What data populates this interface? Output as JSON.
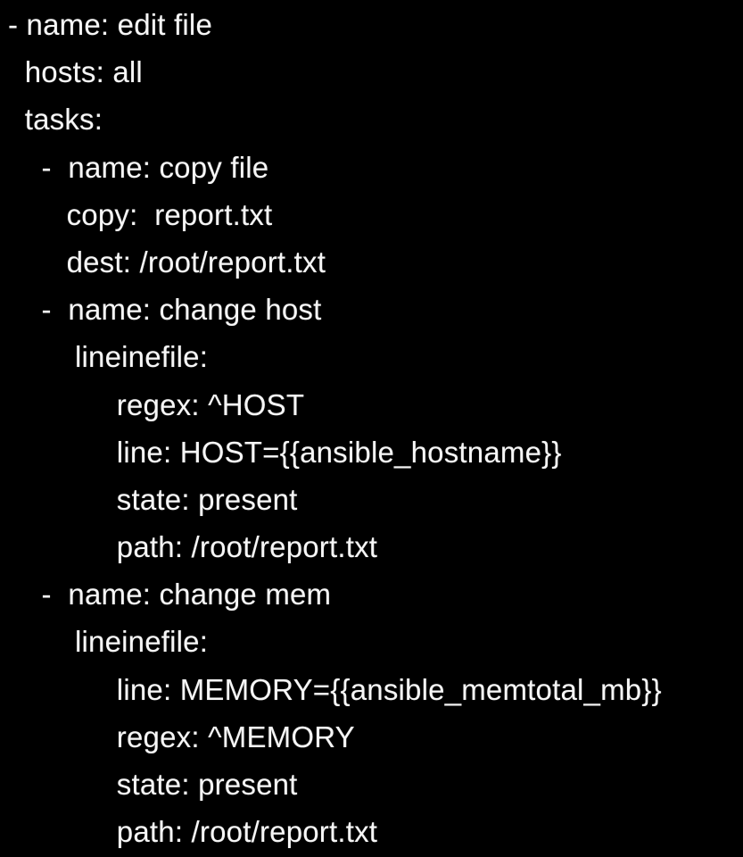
{
  "window": {
    "background_color": "#000000",
    "text_color": "#f6f6f6",
    "content_type": "ansible-playbook-yaml"
  },
  "code": {
    "lines": [
      "- name: edit file",
      "  hosts: all",
      "  tasks:",
      "    -  name: copy file",
      "       copy:  report.txt",
      "       dest: /root/report.txt",
      "    -  name: change host",
      "        lineinefile:",
      "             regex: ^HOST",
      "             line: HOST={{ansible_hostname}}",
      "             state: present",
      "             path: /root/report.txt",
      "    -  name: change mem",
      "        lineinefile:",
      "             line: MEMORY={{ansible_memtotal_mb}}",
      "             regex: ^MEMORY",
      "             state: present",
      "             path: /root/report.txt"
    ]
  }
}
